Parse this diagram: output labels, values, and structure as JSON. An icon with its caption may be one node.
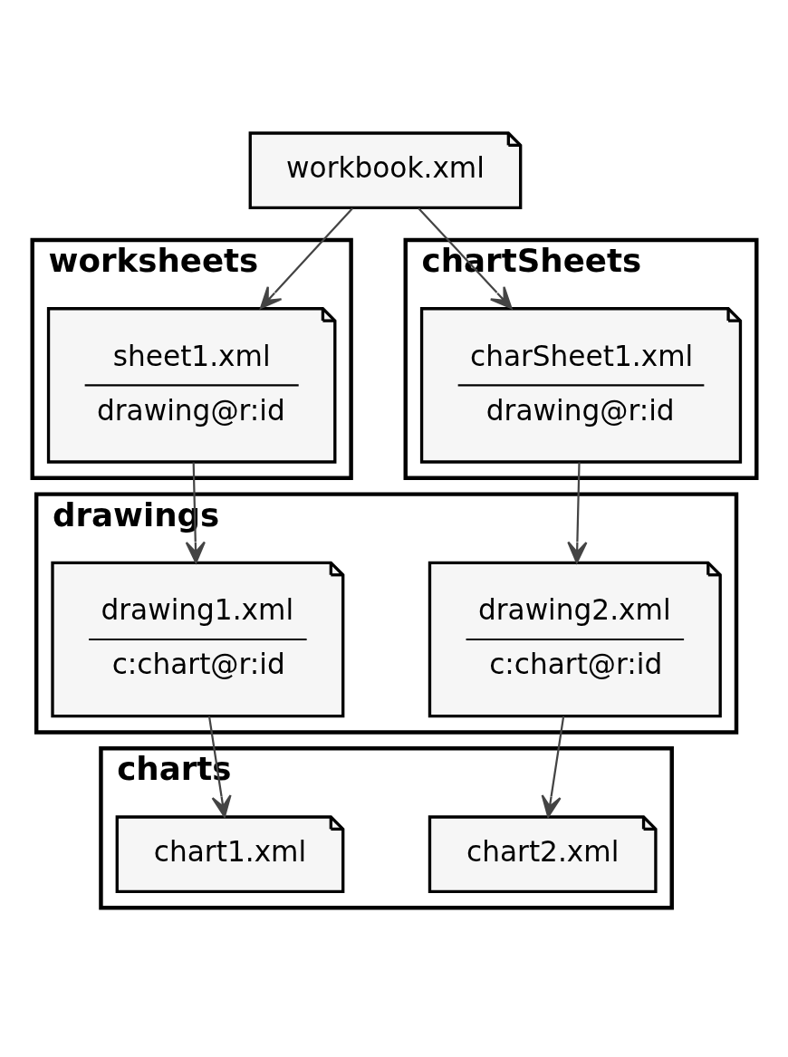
{
  "diagram": {
    "nodes": [
      {
        "text": [
          "workbook.xml"
        ]
      },
      {
        "text": [
          "worksheets"
        ]
      },
      {
        "text": [
          "sheet1.xml",
          "drawing@r:id"
        ],
        "in": 1
      },
      {
        "text": [
          "chartSheets"
        ]
      },
      {
        "text": [
          "charSheet1.xml",
          "drawing@r:id"
        ],
        "in": 3
      },
      {
        "text": [
          "drawings"
        ]
      },
      {
        "text": [
          "drawing1.xml",
          "c:chart@r:id"
        ],
        "in": 5
      },
      {
        "text": [
          "drawing2.xml",
          "c:chart@r:id"
        ],
        "in": 5
      },
      {
        "text": [
          "charts"
        ]
      },
      {
        "text": [
          "chart1.xml"
        ],
        "in": 8
      },
      {
        "text": [
          "chart2.xml"
        ],
        "in": 8
      }
    ],
    "edges": [
      {
        "from": 0,
        "to": 2,
        "arrow": "to"
      },
      {
        "from": 0,
        "to": 4,
        "arrow": "to"
      },
      {
        "from": 2,
        "to": 6,
        "arrow": "to"
      },
      {
        "from": 4,
        "to": 7,
        "arrow": "to"
      },
      {
        "from": 6,
        "to": 9,
        "arrow": "to"
      },
      {
        "from": 7,
        "to": 10,
        "arrow": "to"
      }
    ]
  }
}
